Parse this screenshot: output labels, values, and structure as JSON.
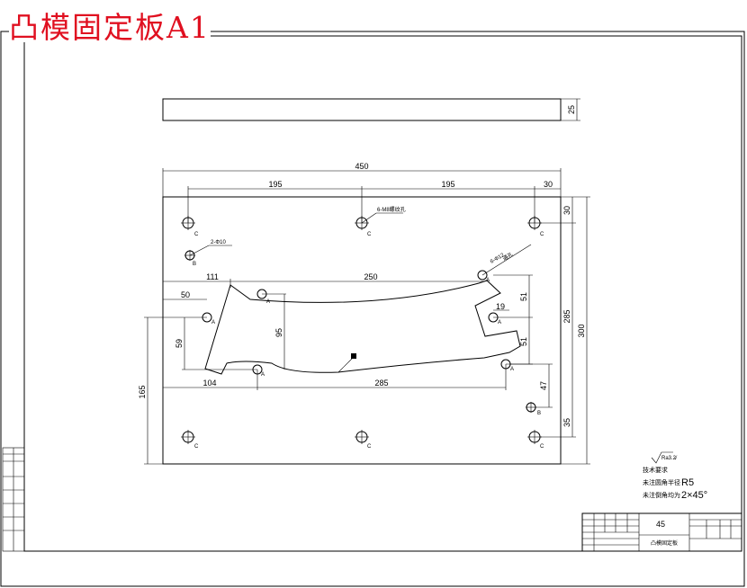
{
  "title": "凸模固定板A1",
  "dimensions": {
    "strip_height": "25",
    "overall_width": "450",
    "hole_pitch_left": "195",
    "hole_pitch_right": "195",
    "edge_right": "30",
    "edge_top": "30",
    "hole_span_vertical": "285",
    "overall_height": "300",
    "cut_left_offset": "111",
    "cut_width": "250",
    "pin_left_offset": "50",
    "cut_h_left": "59",
    "cut_h_mid": "95",
    "cut_h_right_top": "51",
    "cut_h_right_bottom": "51",
    "pin_right_offset": "19",
    "bottom_left_offset": "104",
    "bottom_span": "285",
    "left_height": "165",
    "right_47": "47",
    "right_35": "35"
  },
  "callouts": {
    "hole_c_letter": "C",
    "hole_a_letter": "A",
    "hole_b_letter": "B",
    "c_hole_spec": "6-M8螺纹孔",
    "b_hole_spec": "2-Φ10",
    "a_hole_spec": "6-Φ12",
    "a_hole_spec_2": "通孔"
  },
  "notes": {
    "roughness": "Ra3.2",
    "heading": "技术要求",
    "line1_prefix": "未注圆角半径",
    "line1_value": "R5",
    "line2_prefix": "未注倒角均为",
    "line2_value": "2×45°"
  },
  "title_block": {
    "material": "45",
    "part_name": "凸模固定板"
  }
}
